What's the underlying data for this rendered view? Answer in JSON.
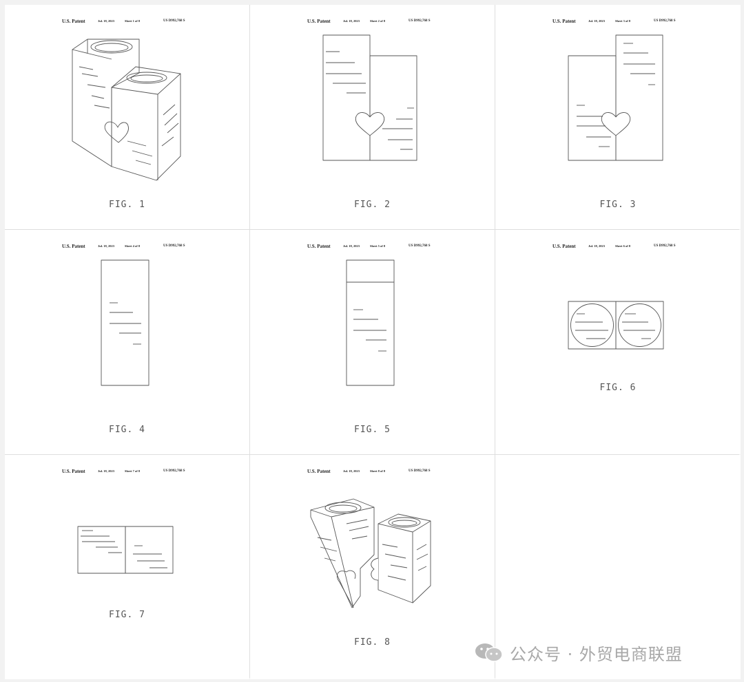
{
  "header": {
    "patent": "U.S. Patent",
    "date": "Jul. 18, 2023",
    "number": "US D992,768 S"
  },
  "sheets": [
    {
      "sheet": "Sheet 1 of 8",
      "figure": "FIG. 1"
    },
    {
      "sheet": "Sheet 2 of 8",
      "figure": "FIG. 2"
    },
    {
      "sheet": "Sheet 3 of 8",
      "figure": "FIG. 3"
    },
    {
      "sheet": "Sheet 4 of 8",
      "figure": "FIG. 4"
    },
    {
      "sheet": "Sheet 5 of 8",
      "figure": "FIG. 5"
    },
    {
      "sheet": "Sheet 6 of 8",
      "figure": "FIG. 6"
    },
    {
      "sheet": "Sheet 7 of 8",
      "figure": "FIG. 7"
    },
    {
      "sheet": "Sheet 8 of 8",
      "figure": "FIG. 8"
    }
  ],
  "watermark": {
    "icon": "wechat-icon",
    "text": "公众号 · 外贸电商联盟",
    "color": "#a8a8a8"
  }
}
